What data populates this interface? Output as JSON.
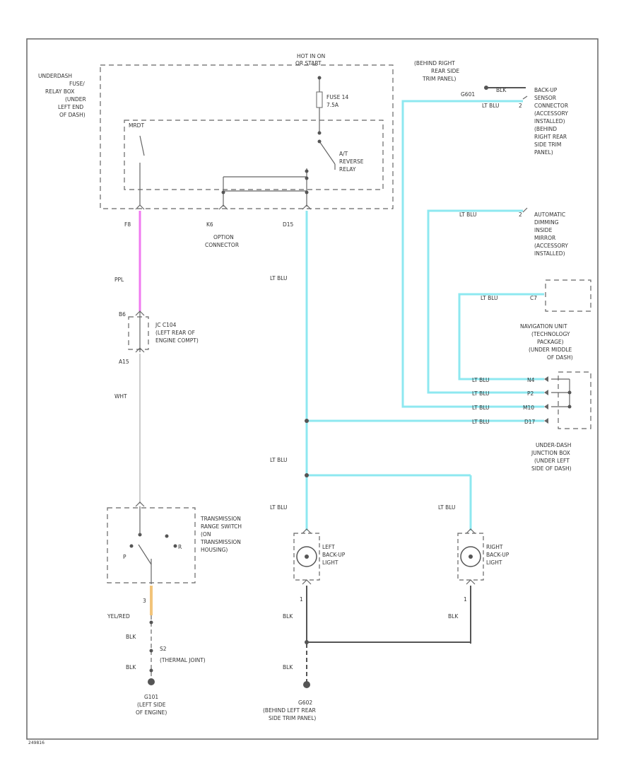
{
  "colors": {
    "lt_blu": "#8ee8f0",
    "ppl": "#f07af0",
    "wht": "#cccccc",
    "yel_red": "#f2c47a",
    "blk": "#555555",
    "frame": "#666666"
  },
  "labels": {
    "hot_in_on": "HOT IN ON",
    "or_start": "OR START",
    "fuse_box_1": "UNDERDASH",
    "fuse_box_2": "FUSE/",
    "fuse_box_3": "RELAY BOX",
    "fuse_box_4": "(UNDER",
    "fuse_box_5": "LEFT END",
    "fuse_box_6": "OF DASH)",
    "fuse_name": "FUSE 14",
    "fuse_amp": "7.5A",
    "relay_name_1": "A/T",
    "relay_name_2": "REVERSE",
    "relay_name_3": "RELAY",
    "mrdt": "MRDT",
    "pin_f8": "F8",
    "pin_k6": "K6",
    "pin_d15": "D15",
    "option_connector_1": "OPTION",
    "option_connector_2": "CONNECTOR",
    "wire_ppl": "PPL",
    "pin_b6": "B6",
    "pin_a15": "A15",
    "jc_1": "JC C104",
    "jc_2": "(LEFT REAR OF",
    "jc_3": "ENGINE COMPT)",
    "wire_wht": "WHT",
    "trans_1": "TRANSMISSION",
    "trans_2": "RANGE SWITCH",
    "trans_3": "(ON",
    "trans_4": "TRANSMISSION",
    "trans_5": "HOUSING)",
    "pos_r": "R",
    "pos_p": "P",
    "pin_3": "3",
    "wire_yel_red": "YEL/RED",
    "wire_blk_1": "BLK",
    "wire_blk_2": "BLK",
    "wire_blk_3": "BLK",
    "wire_blk_4": "BLK",
    "wire_blk_5": "BLK",
    "wire_blk_6": "BLK",
    "splice_1": "S2",
    "splice_2": "(THERMAL JOINT)",
    "g101_1": "G101",
    "g101_2": "(LEFT SIDE",
    "g101_3": "OF ENGINE)",
    "g602_1": "G602",
    "g602_2": "(BEHIND LEFT REAR",
    "g602_3": "SIDE TRIM PANEL)",
    "wire_lt_blu_1": "LT BLU",
    "wire_lt_blu_2": "LT BLU",
    "wire_lt_blu_3": "LT BLU",
    "wire_lt_blu_4": "LT BLU",
    "wire_lt_blu_5": "LT BLU",
    "wire_lt_blu_6": "LT BLU",
    "wire_lt_blu_7": "LT BLU",
    "wire_lt_blu_8": "LT BLU",
    "wire_lt_blu_9": "LT BLU",
    "wire_lt_blu_10": "LT BLU",
    "wire_lt_blu_11": "LT BLU",
    "left_light_1": "LEFT",
    "left_light_2": "BACK-UP",
    "left_light_3": "LIGHT",
    "right_light_1": "RIGHT",
    "right_light_2": "BACK-UP",
    "right_light_3": "LIGHT",
    "pin_1a": "1",
    "pin_1b": "1",
    "pin_2a": "2",
    "pin_2b": "2",
    "behind_1": "(BEHIND RIGHT",
    "behind_2": "REAR SIDE",
    "behind_3": "TRIM PANEL)",
    "g601": "G601",
    "backup_sensor_1": "BACK-UP",
    "backup_sensor_2": "SENSOR",
    "backup_sensor_3": "CONNECTOR",
    "backup_sensor_4": "(ACCESSORY",
    "backup_sensor_5": "INSTALLED)",
    "backup_sensor_6": "(BEHIND",
    "backup_sensor_7": "RIGHT REAR",
    "backup_sensor_8": "SIDE TRIM",
    "backup_sensor_9": "PANEL)",
    "mirror_1": "AUTOMATIC",
    "mirror_2": "DIMMING",
    "mirror_3": "INSIDE",
    "mirror_4": "MIRROR",
    "mirror_5": "(ACCESSORY",
    "mirror_6": "INSTALLED)",
    "pin_c7": "C7",
    "nav_1": "NAVIGATION UNIT",
    "nav_2": "(TECHNOLOGY",
    "nav_3": "PACKAGE)",
    "nav_4": "(UNDER MIDDLE",
    "nav_5": "OF DASH)",
    "pin_n4": "N4",
    "pin_p2": "P2",
    "pin_m10": "M10",
    "pin_d17": "D17",
    "junction_1": "UNDER-DASH",
    "junction_2": "JUNCTION BOX",
    "junction_3": "(UNDER LEFT",
    "junction_4": "SIDE OF DASH)",
    "figure_code": "249816"
  }
}
